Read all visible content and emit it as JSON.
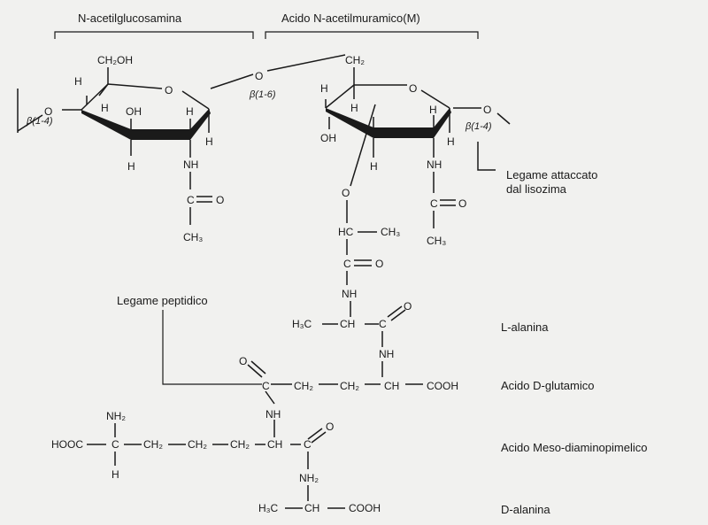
{
  "headings": {
    "nag": "N-acetilglucosamina",
    "nam": "Acido N-acetilmuramico(M)"
  },
  "labels": {
    "lysozyme_line1": "Legame attaccato",
    "lysozyme_line2": "dal lisozima",
    "peptide_bond": "Legame peptidico",
    "l_ala": "L-alanina",
    "d_glu": "Acido D-glutamico",
    "dap": "Acido Meso-diaminopimelico",
    "d_ala": "D-alanina"
  },
  "linkages": {
    "beta_1_6": "β(1-6)",
    "beta_1_4_left": "β(1-4)",
    "beta_1_4_right": "β(1-4)"
  },
  "atoms": {
    "ch2oh": "CH₂OH",
    "ring_o_left": "O",
    "h_left_1": "H",
    "h_left_2": "H",
    "oh_left": "OH",
    "h_left_3": "H",
    "h_left_4": "H",
    "h_left_5": "H",
    "o_glyco_left": "O",
    "nh_left": "NH",
    "c_left": "C",
    "o_left_carbonyl": "O",
    "ch3_left": "CH₃",
    "o_bridge": "O",
    "ch2_right": "CH₂",
    "ring_o_right": "O",
    "h_right_1": "H",
    "h_right_2": "H",
    "h_right_3": "H",
    "oh_right": "OH",
    "h_right_4": "H",
    "h_right_5": "H",
    "o_glyco_right": "O",
    "nh_right": "NH",
    "c_right": "C",
    "o_right_carbonyl": "O",
    "ch3_right": "CH₃",
    "o_lactyl": "O",
    "hc_lactyl": "HC",
    "ch3_lactyl": "CH₃",
    "c_lactyl": "C",
    "o_lactyl_carbonyl": "O",
    "nh_ala": "NH",
    "h3c_ala": "H₃C",
    "ch_ala": "CH",
    "c_ala": "C",
    "o_ala": "O",
    "nh_glu": "NH",
    "o_glu": "O",
    "c_glu": "C",
    "ch2_glu_1": "CH₂",
    "ch2_glu_2": "CH₂",
    "ch_glu": "CH",
    "cooh_glu": "COOH",
    "nh_dap": "NH",
    "nh2_dap_top": "NH₂",
    "hooc_dap": "HOOC",
    "c_dap": "C",
    "h_dap": "H",
    "ch2_dap_1": "CH₂",
    "ch2_dap_2": "CH₂",
    "ch2_dap_3": "CH₂",
    "ch_dap": "CH",
    "c_dap_carbonyl": "C",
    "o_dap": "O",
    "nh2_dala": "NH₂",
    "h3c_dala": "H₃C",
    "ch_dala": "CH",
    "cooh_dala": "COOH"
  }
}
